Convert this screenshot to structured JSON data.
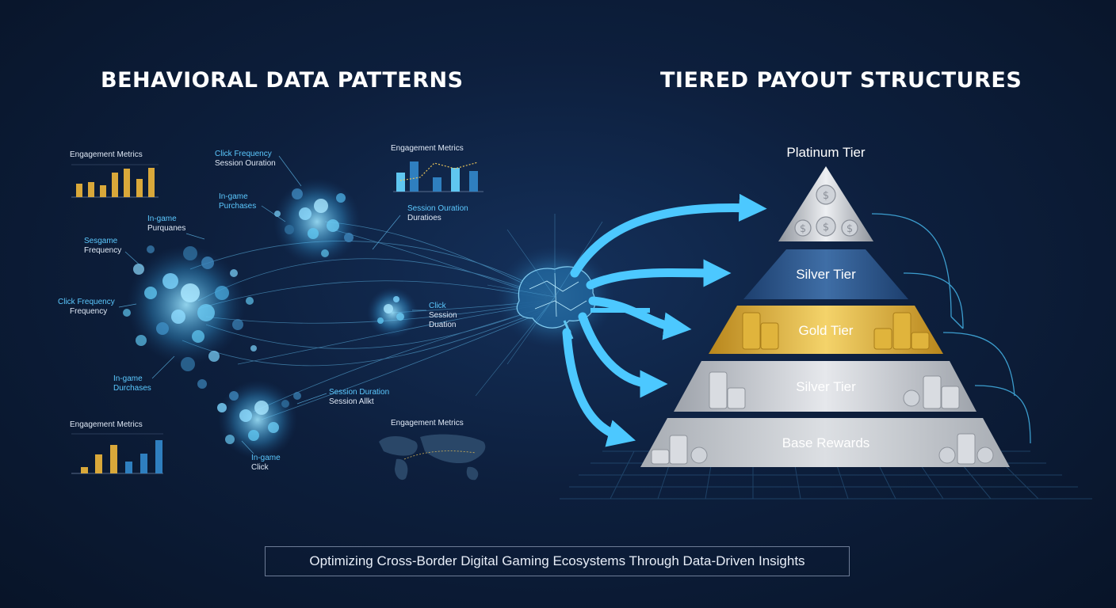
{
  "headings": {
    "left": "BEHAVIORAL DATA PATTERNS",
    "right": "TIERED PAYOUT STRUCTURES"
  },
  "left_labels": {
    "engagement_1": "Engagement Metrics",
    "engagement_2": "Engagement Metrics",
    "engagement_3": "Engagement Metrics",
    "engagement_4": "Engagement Metrics",
    "top_a": "Click Frequency",
    "top_b": "Session Ouration",
    "ingame_top_a": "In-game",
    "ingame_top_b": "Purchases",
    "ingame_left_a": "In-game",
    "ingame_left_b": "Purquanes",
    "sesgame_a": "Sesgame",
    "sesgame_b": "Frequency",
    "clickfreq_a": "Click Frequency",
    "clickfreq_b": "Frequency",
    "ingame_bottom_a": "In-game",
    "ingame_bottom_b": "Durchases",
    "session_mid_a": "Session Ouration",
    "session_mid_b": "Duratioes",
    "click_mid_a": "Click",
    "click_mid_b": "Session",
    "click_mid_c": "Duation",
    "session_low_a": "Session Duration",
    "session_low_b": "Session Allkt",
    "ingame_low_a": "In-game",
    "ingame_low_b": "Click"
  },
  "tiers": {
    "platinum": "Platinum Tier",
    "silver_upper": "Silver Tier",
    "gold": "Gold Tier",
    "silver_lower": "Silver Tier",
    "base": "Base Rewards"
  },
  "footer": "Optimizing Cross-Border Digital Gaming Ecosystems Through Data-Driven Insights",
  "colors": {
    "background": "#0d1f3d",
    "accent_cyan": "#4cc8ff",
    "gold": "#e2b53a",
    "silver": "#c8ccd2",
    "navy_tier": "#2c5a8e"
  }
}
